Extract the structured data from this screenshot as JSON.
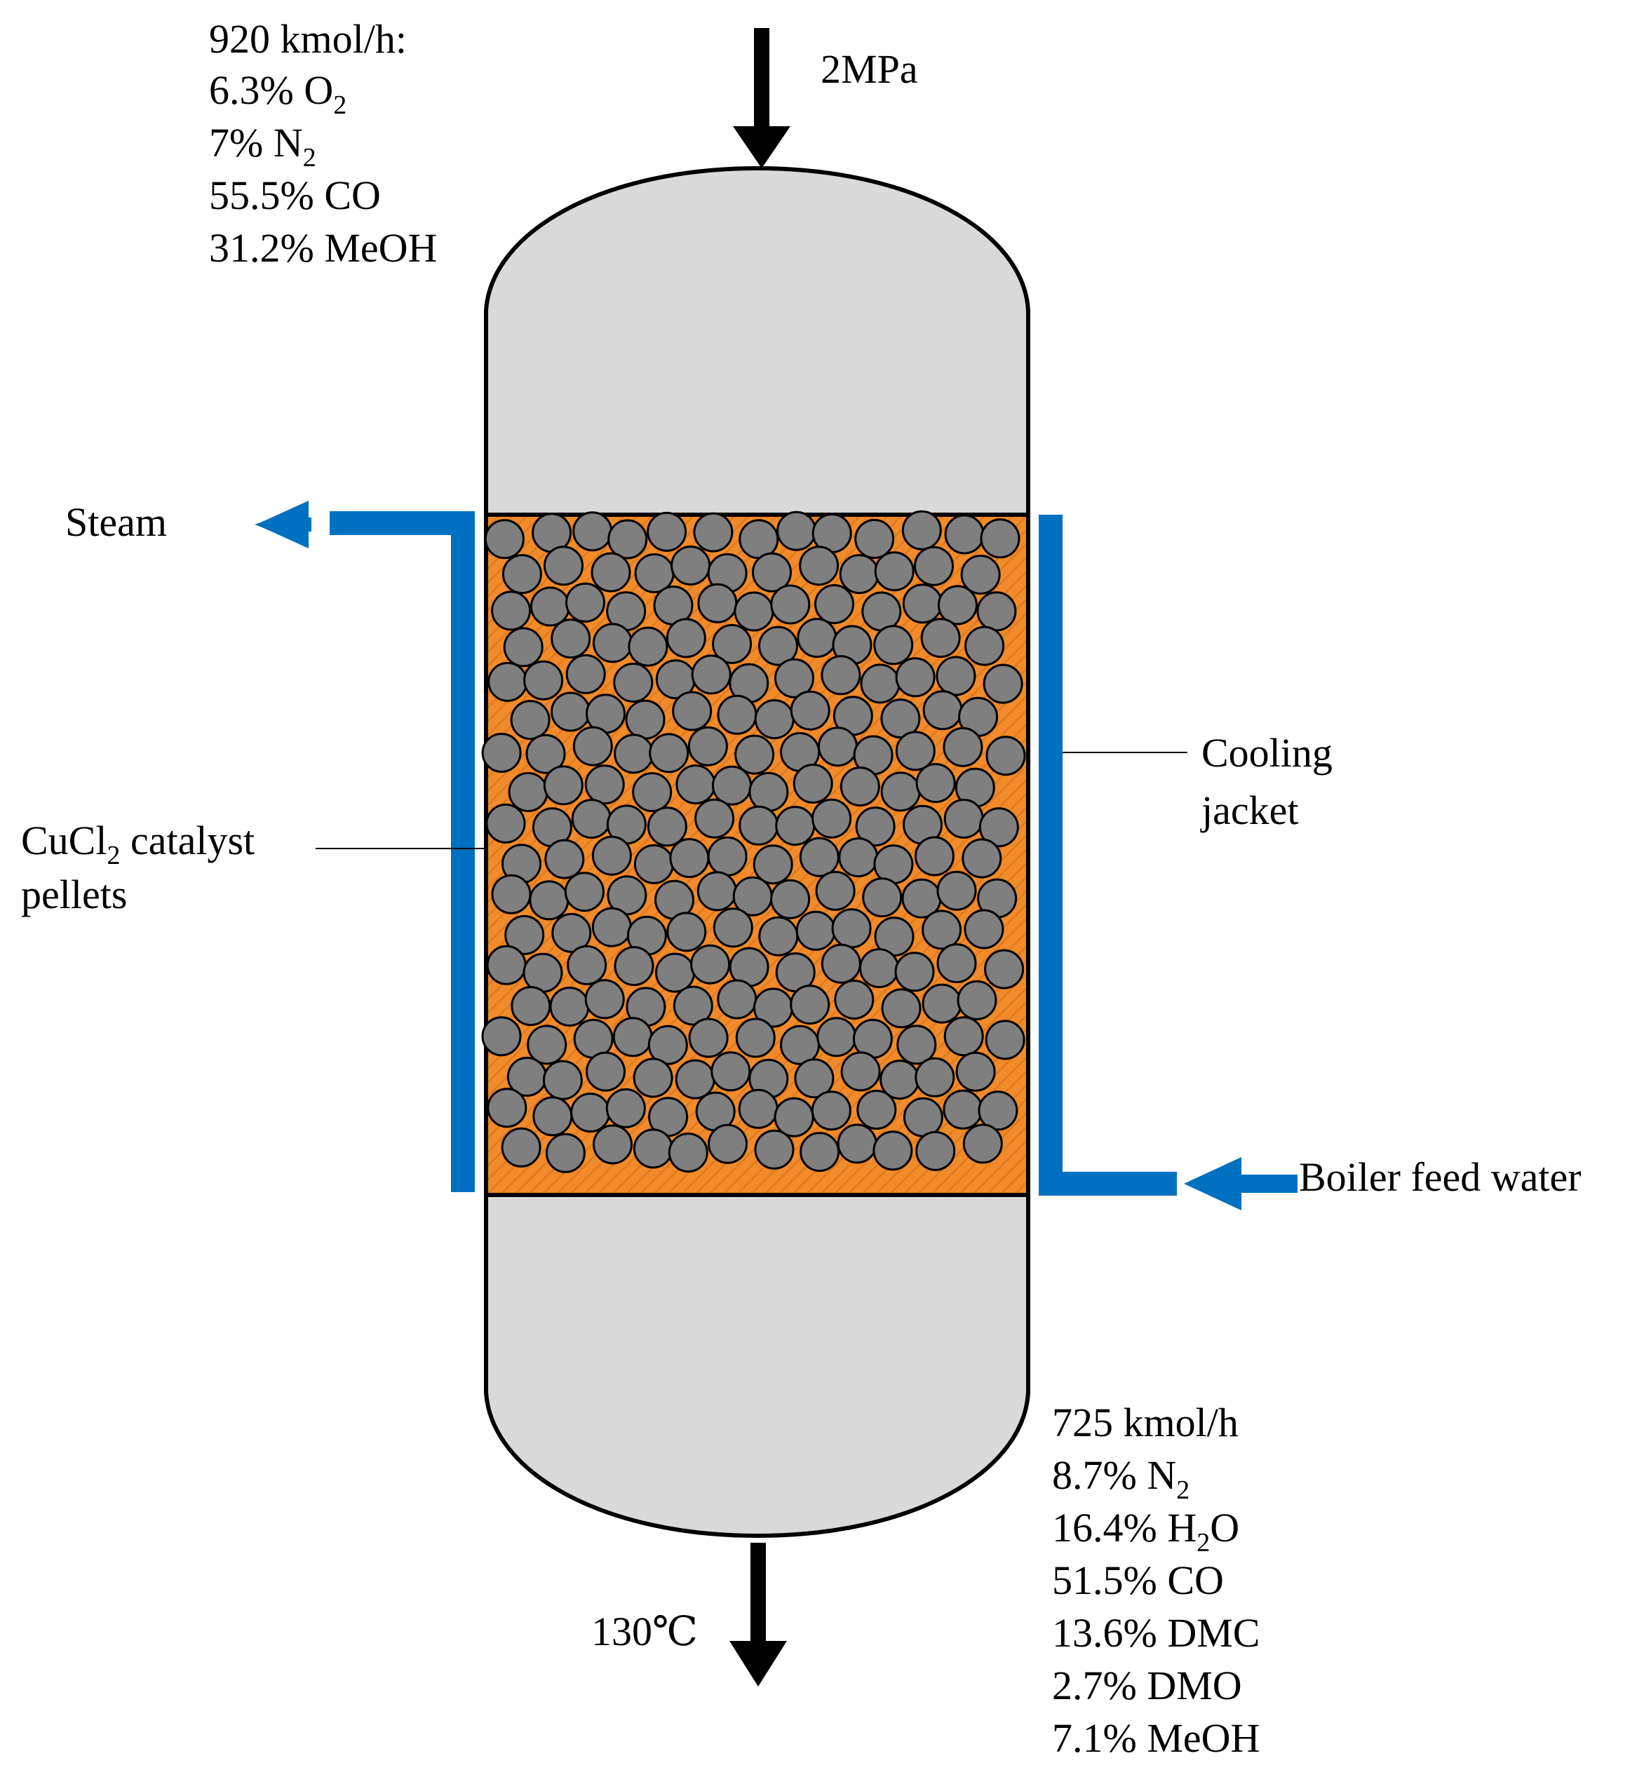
{
  "feed": {
    "flow": "920 kmol/h:",
    "o2": {
      "pct": "6.3%",
      "species": "O",
      "sub": "2"
    },
    "n2": {
      "pct": "7%",
      "species": "N",
      "sub": "2"
    },
    "co": "55.5% CO",
    "meoh": "31.2% MeOH"
  },
  "pressure": "2MPa",
  "steam": "Steam",
  "cooling_jacket": {
    "line1": "Cooling",
    "line2": "jacket"
  },
  "catalyst": {
    "species": "CuCl",
    "sub": "2",
    "rest": " catalyst",
    "line2": "pellets"
  },
  "boiler_feed_water": "Boiler feed water",
  "product": {
    "flow": "725 kmol/h",
    "n2": {
      "pct": "8.7%",
      "species": "N",
      "sub": "2"
    },
    "h2o": {
      "pct": "16.4%",
      "species": "H",
      "sub": "2",
      "rest": "O"
    },
    "co": "51.5% CO",
    "dmc": "13.6% DMC",
    "dmo": "2.7% DMO",
    "meoh": "7.1% MeOH"
  },
  "outlet_temperature": "130℃",
  "colors": {
    "vessel": "#d9d9d9",
    "catalyst_bed": "#f08a2a",
    "pellet": "#7f7f7f",
    "jacket": "#0070c0",
    "arrow": "#000000"
  }
}
